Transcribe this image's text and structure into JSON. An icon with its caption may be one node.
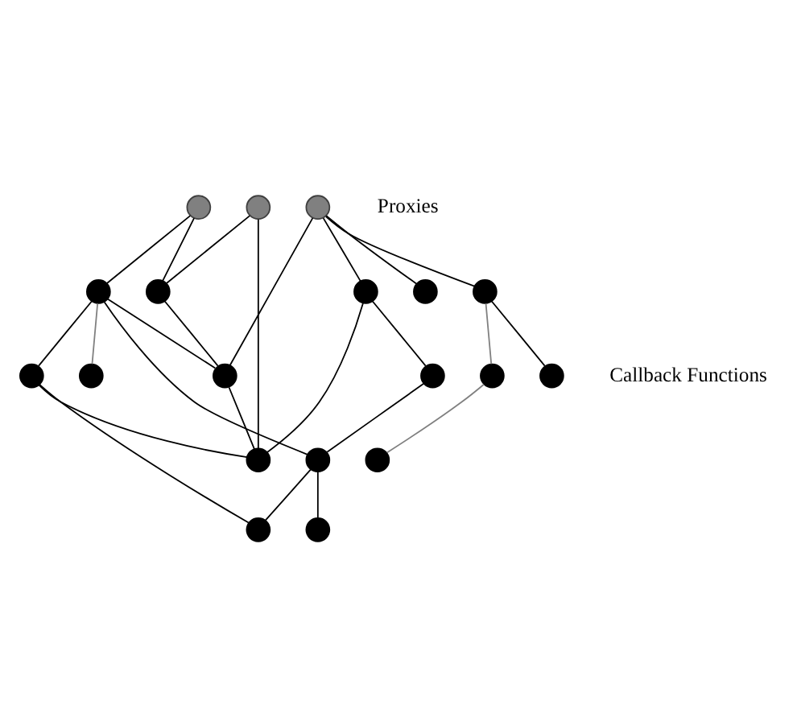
{
  "diagram": {
    "nodes": [
      {
        "text": [],
        "shape": "circle"
      },
      {
        "text": [],
        "shape": "circle"
      },
      {
        "text": [],
        "shape": "circle"
      },
      {
        "text": [],
        "shape": "circle"
      },
      {
        "text": [],
        "shape": "circle"
      },
      {
        "text": [],
        "shape": "circle"
      },
      {
        "text": [],
        "shape": "circle"
      },
      {
        "text": [],
        "shape": "circle"
      },
      {
        "text": [],
        "shape": "circle"
      },
      {
        "text": [],
        "shape": "circle"
      },
      {
        "text": [],
        "shape": "circle"
      },
      {
        "text": [],
        "shape": "circle"
      },
      {
        "text": [],
        "shape": "circle"
      },
      {
        "text": [],
        "shape": "circle"
      },
      {
        "text": [],
        "shape": "circle"
      },
      {
        "text": [],
        "shape": "circle"
      },
      {
        "text": [],
        "shape": "circle"
      },
      {
        "text": [],
        "shape": "circle"
      },
      {
        "text": [],
        "shape": "circle"
      }
    ],
    "edges": [
      {
        "from": 0,
        "to": 3,
        "arrow": "none"
      },
      {
        "from": 0,
        "to": 4,
        "arrow": "none"
      },
      {
        "from": 1,
        "to": 4,
        "arrow": "none"
      },
      {
        "from": 1,
        "to": 14,
        "arrow": "none"
      },
      {
        "from": 2,
        "to": 10,
        "arrow": "none"
      },
      {
        "from": 2,
        "to": 5,
        "arrow": "none"
      },
      {
        "from": 2,
        "to": 6,
        "arrow": "none"
      },
      {
        "from": 2,
        "to": 7,
        "arrow": "none"
      },
      {
        "from": 3,
        "to": 8,
        "arrow": "none"
      },
      {
        "from": 3,
        "to": 9,
        "arrow": "none",
        "color": "#808080"
      },
      {
        "from": 3,
        "to": 10,
        "arrow": "none"
      },
      {
        "from": 3,
        "to": 15,
        "arrow": "none"
      },
      {
        "from": 4,
        "to": 10,
        "arrow": "none"
      },
      {
        "from": 5,
        "to": 11,
        "arrow": "none"
      },
      {
        "from": 5,
        "to": 14,
        "arrow": "none"
      },
      {
        "from": 7,
        "to": 12,
        "arrow": "none",
        "color": "#808080"
      },
      {
        "from": 7,
        "to": 13,
        "arrow": "none"
      },
      {
        "from": 8,
        "to": 14,
        "arrow": "none"
      },
      {
        "from": 8,
        "to": 17,
        "arrow": "none"
      },
      {
        "from": 10,
        "to": 14,
        "arrow": "none"
      },
      {
        "from": 11,
        "to": 15,
        "arrow": "none"
      },
      {
        "from": 12,
        "to": 16,
        "arrow": "none",
        "color": "#808080"
      },
      {
        "from": 15,
        "to": 17,
        "arrow": "none"
      },
      {
        "from": 15,
        "to": 18,
        "arrow": "none"
      }
    ],
    "labels": [
      "Proxies",
      "Callback Functions"
    ]
  }
}
